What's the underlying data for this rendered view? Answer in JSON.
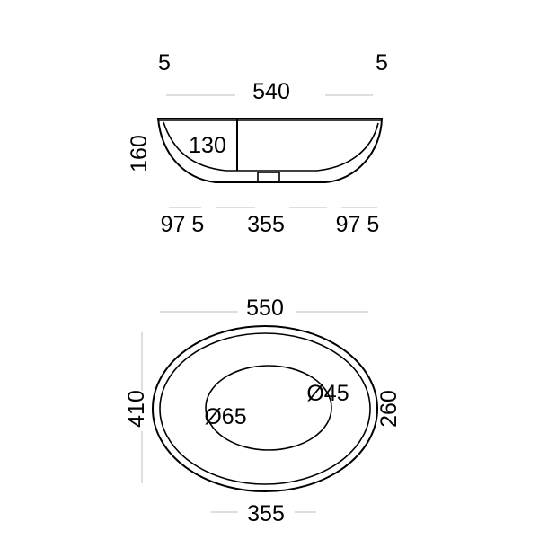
{
  "colors": {
    "line": "#000000",
    "guide": "#bdbdbd",
    "background": "#ffffff"
  },
  "side_view": {
    "margin_left": "5",
    "margin_right": "5",
    "overall_width": "540",
    "height": "160",
    "inner_depth": "130",
    "bottom_left": "97 5",
    "bottom_center": "355",
    "bottom_right": "97 5"
  },
  "top_view": {
    "outer_length": "550",
    "outer_width": "410",
    "inner_width": "260",
    "inner_length": "355",
    "drain_diameter": "Ø65",
    "overflow_diameter": "Ø45"
  }
}
